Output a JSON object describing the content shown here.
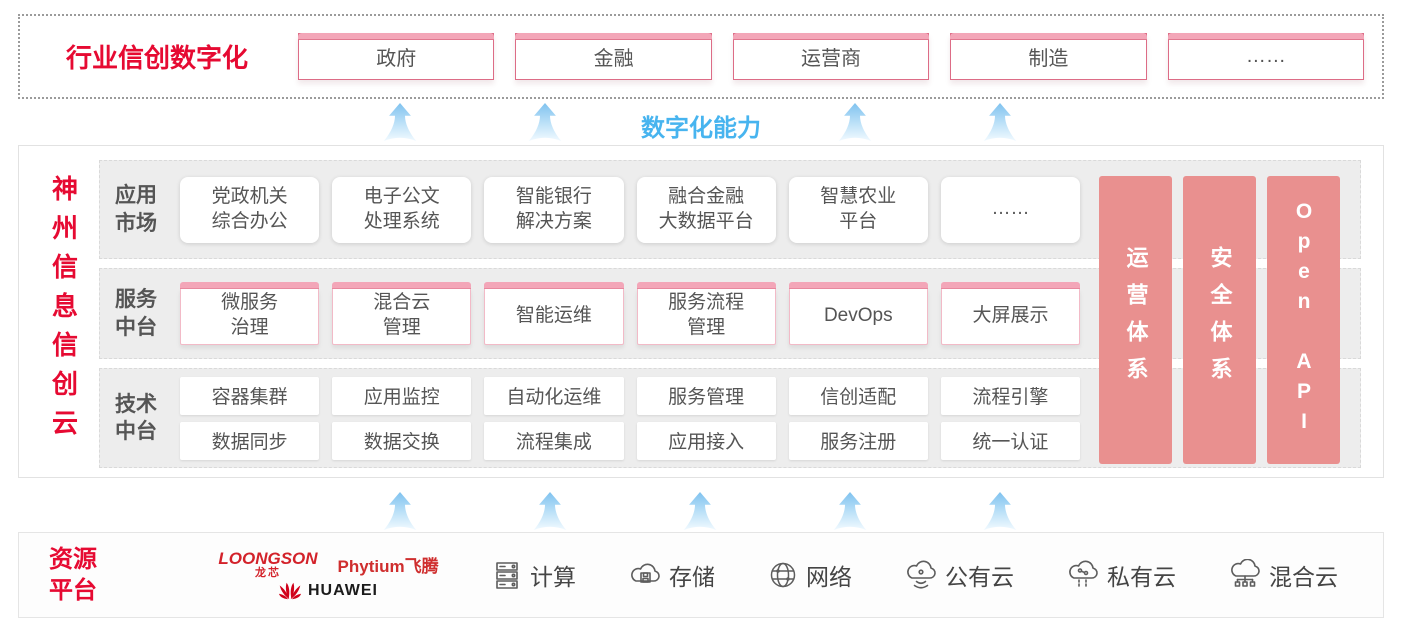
{
  "top_banner": {
    "title": "行业信创数字化",
    "industries": [
      "政府",
      "金融",
      "运营商",
      "制造",
      "……"
    ]
  },
  "capability_label": "数字化能力",
  "cloud": {
    "title": "神州信息信创云",
    "app_row": {
      "label": "应用\n市场",
      "cards": [
        "党政机关\n综合办公",
        "电子公文\n处理系统",
        "智能银行\n解决方案",
        "融合金融\n大数据平台",
        "智慧农业\n平台",
        "……"
      ]
    },
    "service_row": {
      "label": "服务\n中台",
      "cards": [
        "微服务\n治理",
        "混合云\n管理",
        "智能运维",
        "服务流程\n管理",
        "DevOps",
        "大屏展示"
      ]
    },
    "tech_row": {
      "label": "技术\n中台",
      "cards_top": [
        "容器集群",
        "应用监控",
        "自动化运维",
        "服务管理",
        "信创适配",
        "流程引擎"
      ],
      "cards_bottom": [
        "数据同步",
        "数据交换",
        "流程集成",
        "应用接入",
        "服务注册",
        "统一认证"
      ]
    },
    "side_bars": [
      "运营体系",
      "安全体系",
      "Open API"
    ]
  },
  "resource": {
    "title": "资源\n平台",
    "vendors": {
      "loongson": "LOONGSON",
      "loongson_cn": "龙芯",
      "phytium": "Phytium飞腾",
      "huawei": "HUAWEI"
    },
    "items": [
      {
        "icon": "server-icon",
        "label": "计算"
      },
      {
        "icon": "storage-cloud-icon",
        "label": "存储"
      },
      {
        "icon": "network-globe-icon",
        "label": "网络"
      },
      {
        "icon": "public-cloud-icon",
        "label": "公有云"
      },
      {
        "icon": "private-cloud-icon",
        "label": "私有云"
      },
      {
        "icon": "hybrid-cloud-icon",
        "label": "混合云"
      }
    ]
  },
  "colors": {
    "accent_red": "#e60a32",
    "bar_pink": "#e9908f",
    "stripe_pink": "#f3a6b8",
    "capability_blue": "#47b4ef",
    "arrow_blue": "#8cc8f0"
  }
}
